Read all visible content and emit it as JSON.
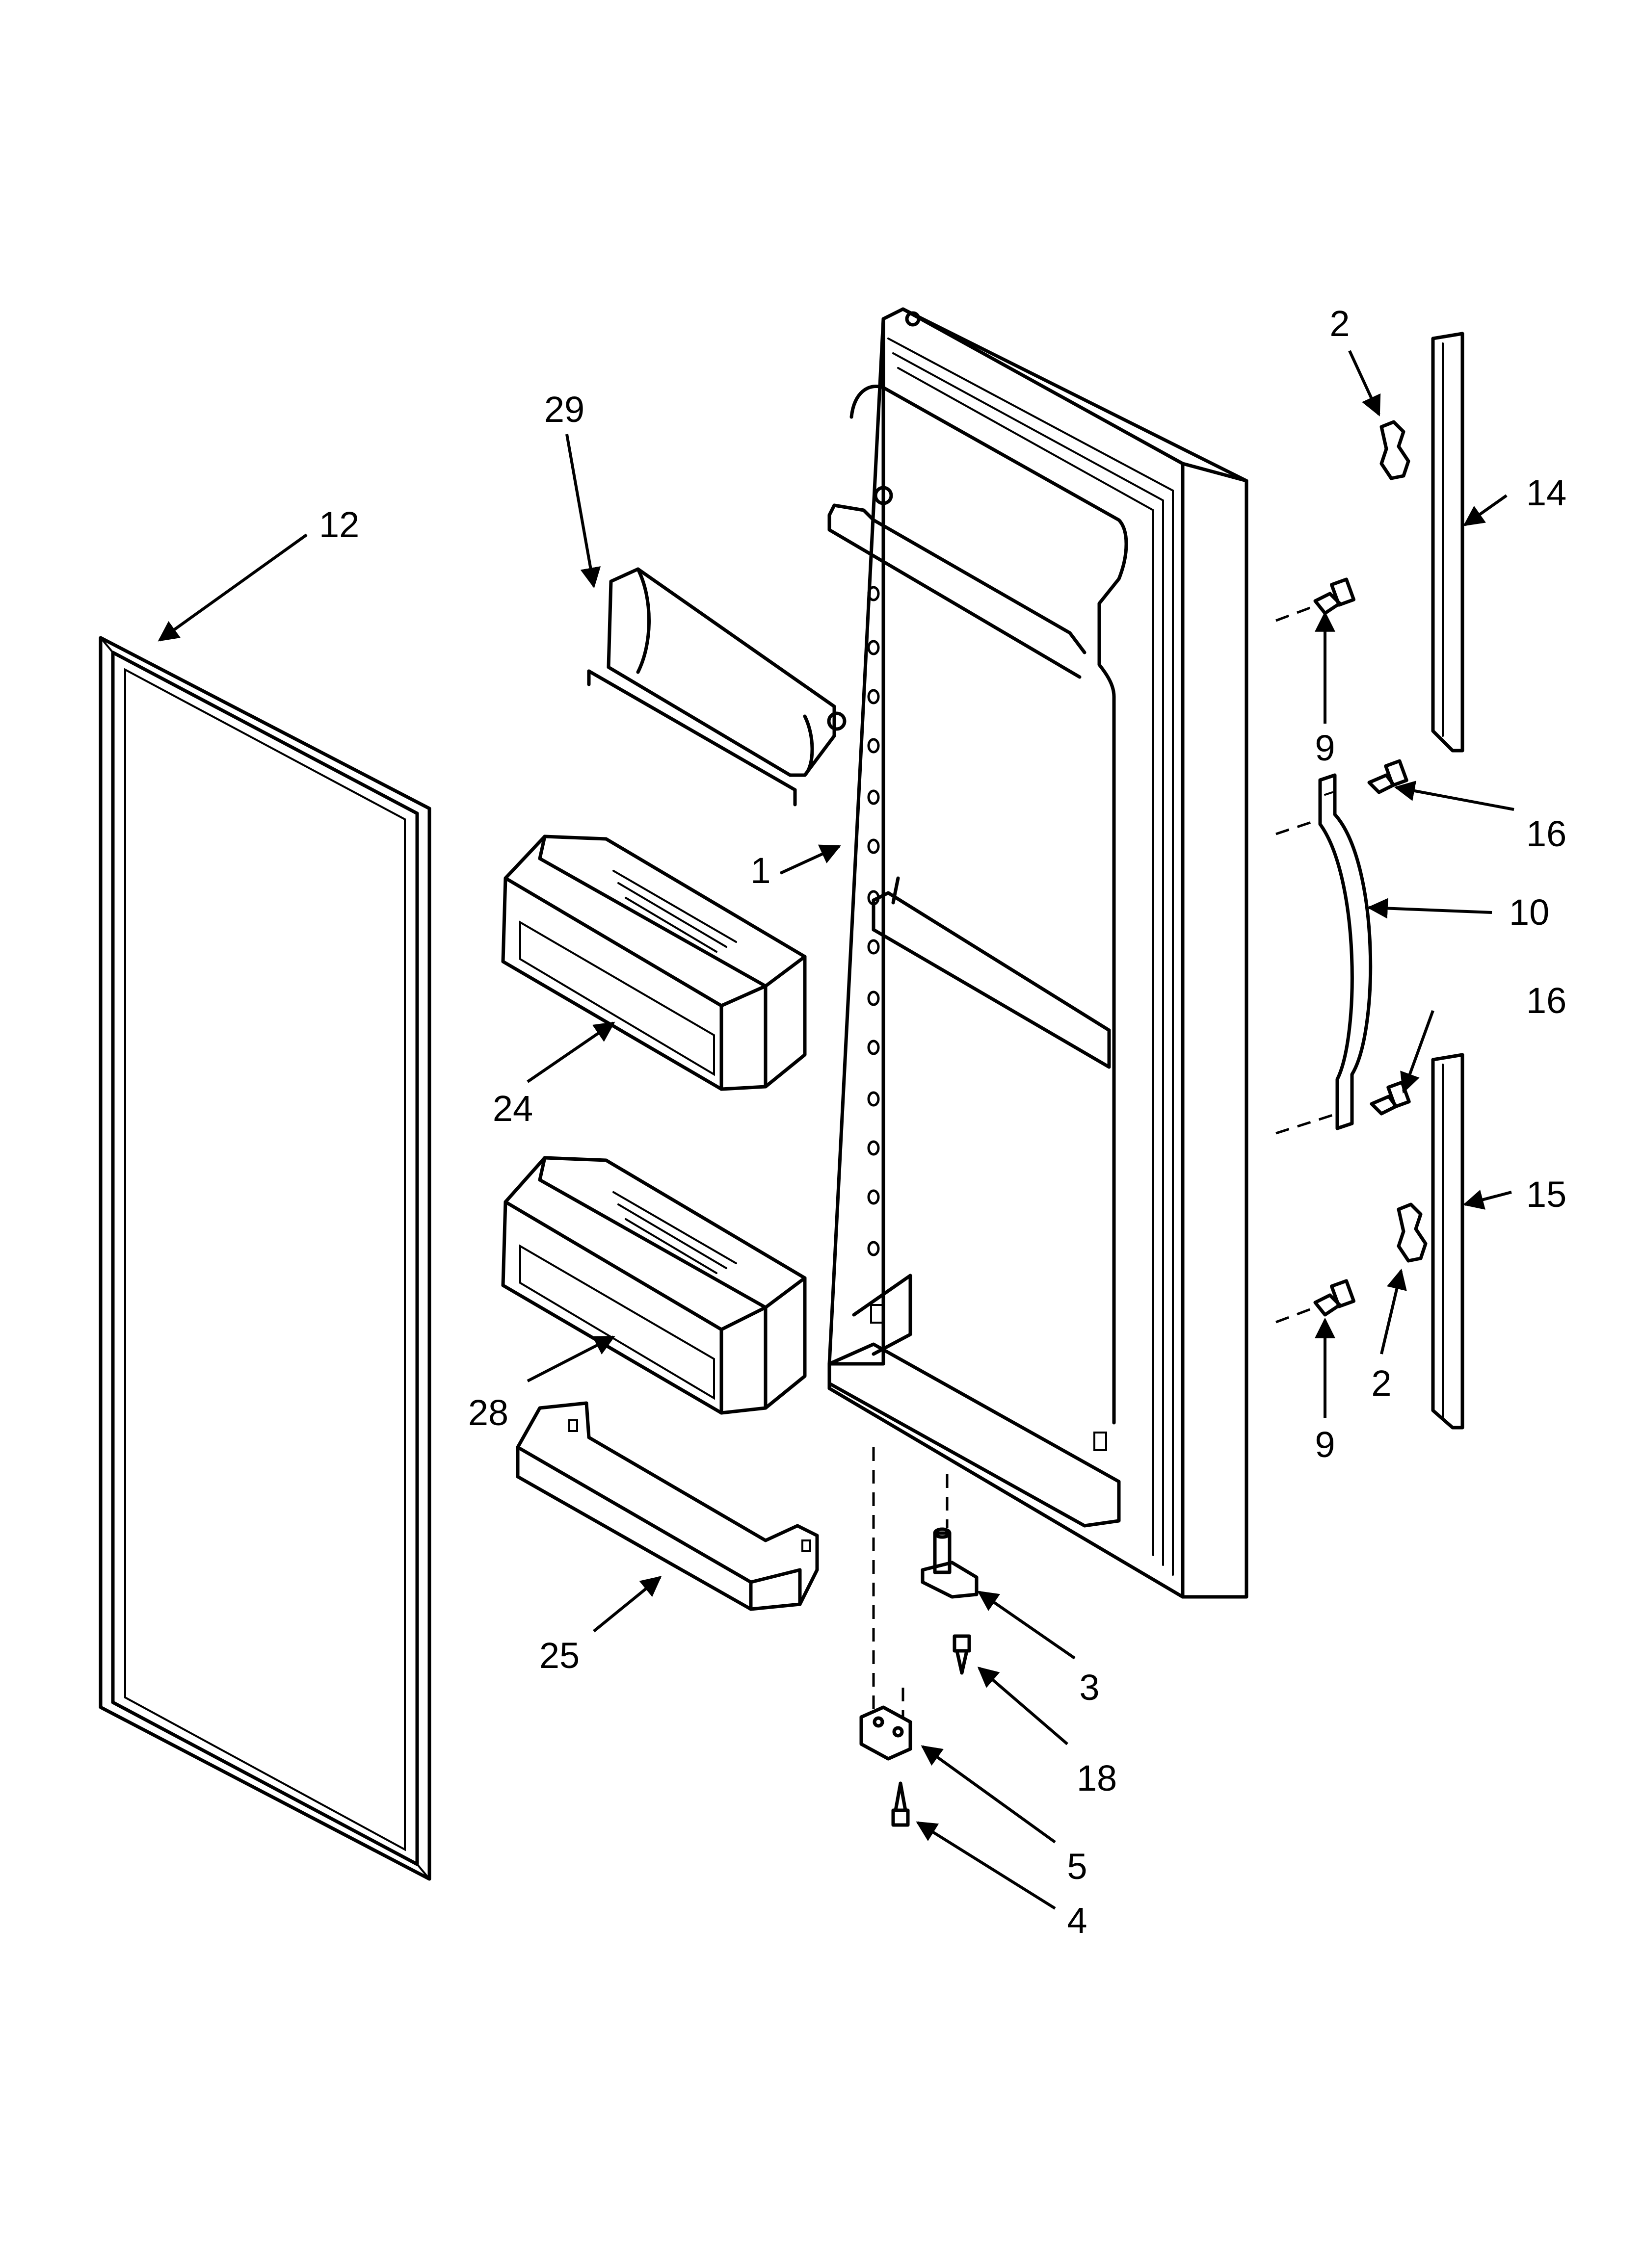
{
  "callouts": [
    {
      "id": "c12",
      "label": "12"
    },
    {
      "id": "c29",
      "label": "29"
    },
    {
      "id": "c1",
      "label": "1"
    },
    {
      "id": "c24",
      "label": "24"
    },
    {
      "id": "c28",
      "label": "28"
    },
    {
      "id": "c25",
      "label": "25"
    },
    {
      "id": "c2a",
      "label": "2"
    },
    {
      "id": "c14",
      "label": "14"
    },
    {
      "id": "c9a",
      "label": "9"
    },
    {
      "id": "c16a",
      "label": "16"
    },
    {
      "id": "c10",
      "label": "10"
    },
    {
      "id": "c16b",
      "label": "16"
    },
    {
      "id": "c15",
      "label": "15"
    },
    {
      "id": "c2b",
      "label": "2"
    },
    {
      "id": "c9b",
      "label": "9"
    },
    {
      "id": "c3",
      "label": "3"
    },
    {
      "id": "c18",
      "label": "18"
    },
    {
      "id": "c5",
      "label": "5"
    },
    {
      "id": "c4",
      "label": "4"
    }
  ]
}
